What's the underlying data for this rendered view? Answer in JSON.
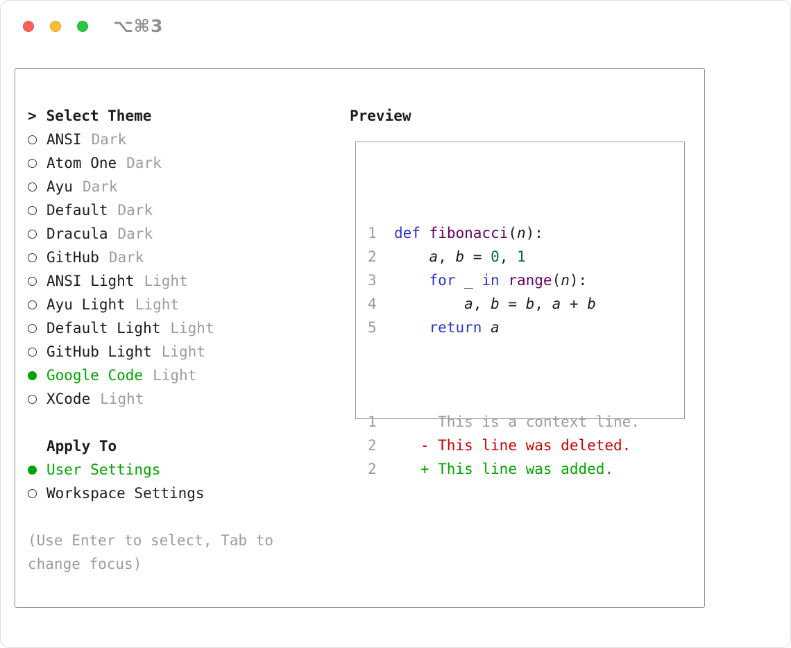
{
  "titlebar": {
    "title": "⌥⌘3"
  },
  "theme_panel": {
    "prompt": ">",
    "title": "Select Theme",
    "items": [
      {
        "name": "ANSI",
        "variant": "Dark",
        "selected": false
      },
      {
        "name": "Atom One",
        "variant": "Dark",
        "selected": false
      },
      {
        "name": "Ayu",
        "variant": "Dark",
        "selected": false
      },
      {
        "name": "Default",
        "variant": "Dark",
        "selected": false
      },
      {
        "name": "Dracula",
        "variant": "Dark",
        "selected": false
      },
      {
        "name": "GitHub",
        "variant": "Dark",
        "selected": false
      },
      {
        "name": "ANSI Light",
        "variant": "Light",
        "selected": false
      },
      {
        "name": "Ayu Light",
        "variant": "Light",
        "selected": false
      },
      {
        "name": "Default Light",
        "variant": "Light",
        "selected": false
      },
      {
        "name": "GitHub Light",
        "variant": "Light",
        "selected": false
      },
      {
        "name": "Google Code",
        "variant": "Light",
        "selected": true
      },
      {
        "name": "XCode",
        "variant": "Light",
        "selected": false
      }
    ],
    "apply_to": {
      "title": "Apply To",
      "options": [
        {
          "label": "User Settings",
          "selected": true
        },
        {
          "label": "Workspace Settings",
          "selected": false
        }
      ]
    },
    "hint": "(Use Enter to select, Tab to change focus)"
  },
  "preview": {
    "title": "Preview",
    "code_lines": [
      {
        "num": "1",
        "tokens": [
          {
            "t": "def",
            "c": "kw"
          },
          {
            "t": " ",
            "c": "pl"
          },
          {
            "t": "fibonacci",
            "c": "fn"
          },
          {
            "t": "(",
            "c": "pl"
          },
          {
            "t": "n",
            "c": "var"
          },
          {
            "t": "):",
            "c": "pl"
          }
        ]
      },
      {
        "num": "2",
        "tokens": [
          {
            "t": "    ",
            "c": "pl"
          },
          {
            "t": "a",
            "c": "var"
          },
          {
            "t": ", ",
            "c": "pl"
          },
          {
            "t": "b",
            "c": "var"
          },
          {
            "t": " = ",
            "c": "pl"
          },
          {
            "t": "0",
            "c": "num"
          },
          {
            "t": ", ",
            "c": "pl"
          },
          {
            "t": "1",
            "c": "num"
          }
        ]
      },
      {
        "num": "3",
        "tokens": [
          {
            "t": "    ",
            "c": "pl"
          },
          {
            "t": "for",
            "c": "kw"
          },
          {
            "t": " _ ",
            "c": "pl"
          },
          {
            "t": "in",
            "c": "kw"
          },
          {
            "t": " ",
            "c": "pl"
          },
          {
            "t": "range",
            "c": "fn"
          },
          {
            "t": "(",
            "c": "pl"
          },
          {
            "t": "n",
            "c": "var"
          },
          {
            "t": "):",
            "c": "pl"
          }
        ]
      },
      {
        "num": "4",
        "tokens": [
          {
            "t": "        ",
            "c": "pl"
          },
          {
            "t": "a",
            "c": "var"
          },
          {
            "t": ", ",
            "c": "pl"
          },
          {
            "t": "b",
            "c": "var"
          },
          {
            "t": " = ",
            "c": "pl"
          },
          {
            "t": "b",
            "c": "var"
          },
          {
            "t": ", ",
            "c": "pl"
          },
          {
            "t": "a",
            "c": "var"
          },
          {
            "t": " + ",
            "c": "pl"
          },
          {
            "t": "b",
            "c": "var"
          }
        ]
      },
      {
        "num": "5",
        "tokens": [
          {
            "t": "    ",
            "c": "pl"
          },
          {
            "t": "return",
            "c": "kw"
          },
          {
            "t": " ",
            "c": "pl"
          },
          {
            "t": "a",
            "c": "var"
          }
        ]
      }
    ],
    "diff_lines": [
      {
        "num": "1",
        "kind": "context",
        "text": "     This is a context line."
      },
      {
        "num": "2",
        "kind": "deleted",
        "text": "   - This line was deleted."
      },
      {
        "num": "2",
        "kind": "added",
        "text": "   + This line was added."
      }
    ]
  },
  "colors": {
    "close_red": "#ff5f57",
    "minimize_yellow": "#febc2e",
    "zoom_green": "#28c840",
    "selection_green": "#00a400",
    "keyword": "#2936cc",
    "function": "#660066",
    "number": "#006666",
    "deleted": "#cc0000",
    "added": "#00a400",
    "muted": "#9b9ba0"
  }
}
